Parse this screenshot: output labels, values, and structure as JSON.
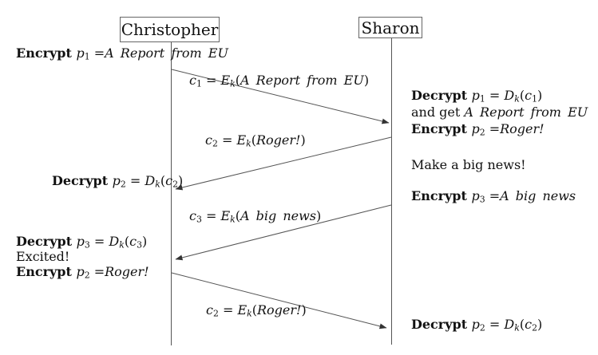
{
  "diagram": {
    "type": "sequence-diagram",
    "topic": "Symmetric-key encrypted message exchange",
    "colors": {
      "line": "#555555",
      "arrowhead": "#333333",
      "text": "#111111",
      "box_border": "#666666",
      "background": "#ffffff"
    },
    "actors": [
      {
        "name": "Christopher"
      },
      {
        "name": "Sharon"
      }
    ],
    "messages": [
      {
        "from": "Christopher",
        "to": "Sharon",
        "label_segments": [
          {
            "t": "c",
            "s": "i"
          },
          {
            "t": "1",
            "s": "s"
          },
          {
            "t": " = ",
            "s": ""
          },
          {
            "t": "E",
            "s": "i"
          },
          {
            "t": "k",
            "s": "is"
          },
          {
            "t": "(",
            "s": ""
          },
          {
            "t": "A Report from EU",
            "s": "i"
          },
          {
            "t": ")",
            "s": ""
          }
        ]
      },
      {
        "from": "Sharon",
        "to": "Christopher",
        "label_segments": [
          {
            "t": "c",
            "s": "i"
          },
          {
            "t": "2",
            "s": "s"
          },
          {
            "t": " = ",
            "s": ""
          },
          {
            "t": "E",
            "s": "i"
          },
          {
            "t": "k",
            "s": "is"
          },
          {
            "t": "(",
            "s": ""
          },
          {
            "t": "Roger!",
            "s": "i"
          },
          {
            "t": ")",
            "s": ""
          }
        ]
      },
      {
        "from": "Sharon",
        "to": "Christopher",
        "label_segments": [
          {
            "t": "c",
            "s": "i"
          },
          {
            "t": "3",
            "s": "s"
          },
          {
            "t": " = ",
            "s": ""
          },
          {
            "t": "E",
            "s": "i"
          },
          {
            "t": "k",
            "s": "is"
          },
          {
            "t": "(",
            "s": ""
          },
          {
            "t": "A big news",
            "s": "i"
          },
          {
            "t": ")",
            "s": ""
          }
        ]
      },
      {
        "from": "Christopher",
        "to": "Sharon",
        "label_segments": [
          {
            "t": "c",
            "s": "i"
          },
          {
            "t": "2",
            "s": "s"
          },
          {
            "t": " = ",
            "s": ""
          },
          {
            "t": "E",
            "s": "i"
          },
          {
            "t": "k",
            "s": "is"
          },
          {
            "t": "(",
            "s": ""
          },
          {
            "t": "Roger!",
            "s": "i"
          },
          {
            "t": ")",
            "s": ""
          }
        ]
      }
    ],
    "left_notes": [
      {
        "id": "encrypt-p1",
        "segments": [
          {
            "t": "Encrypt ",
            "s": "b"
          },
          {
            "t": "p",
            "s": "i"
          },
          {
            "t": "1",
            "s": "s"
          },
          {
            "t": " =",
            "s": ""
          },
          {
            "t": "A Report from EU",
            "s": "i"
          }
        ]
      },
      {
        "id": "decrypt-p2",
        "segments": [
          {
            "t": "Decrypt ",
            "s": "b"
          },
          {
            "t": "p",
            "s": "i"
          },
          {
            "t": "2",
            "s": "s"
          },
          {
            "t": " = ",
            "s": ""
          },
          {
            "t": "D",
            "s": "i"
          },
          {
            "t": "k",
            "s": "is"
          },
          {
            "t": "(",
            "s": ""
          },
          {
            "t": "c",
            "s": "i"
          },
          {
            "t": "2",
            "s": "s"
          },
          {
            "t": ")",
            "s": ""
          }
        ]
      },
      {
        "id": "decrypt-p3",
        "segments": [
          {
            "t": "Decrypt ",
            "s": "b"
          },
          {
            "t": "p",
            "s": "i"
          },
          {
            "t": "3",
            "s": "s"
          },
          {
            "t": " = ",
            "s": ""
          },
          {
            "t": "D",
            "s": "i"
          },
          {
            "t": "k",
            "s": "is"
          },
          {
            "t": "(",
            "s": ""
          },
          {
            "t": "c",
            "s": "i"
          },
          {
            "t": "3",
            "s": "s"
          },
          {
            "t": ")",
            "s": ""
          }
        ]
      },
      {
        "id": "excited",
        "segments": [
          {
            "t": "Excited!",
            "s": ""
          }
        ]
      },
      {
        "id": "encrypt-p2",
        "segments": [
          {
            "t": "Encrypt ",
            "s": "b"
          },
          {
            "t": "p",
            "s": "i"
          },
          {
            "t": "2",
            "s": "s"
          },
          {
            "t": " =",
            "s": ""
          },
          {
            "t": "Roger!",
            "s": "i"
          }
        ]
      }
    ],
    "right_notes": [
      {
        "id": "decrypt-p1",
        "segments": [
          {
            "t": "Decrypt ",
            "s": "b"
          },
          {
            "t": "p",
            "s": "i"
          },
          {
            "t": "1",
            "s": "s"
          },
          {
            "t": " = ",
            "s": ""
          },
          {
            "t": "D",
            "s": "i"
          },
          {
            "t": "k",
            "s": "is"
          },
          {
            "t": "(",
            "s": ""
          },
          {
            "t": "c",
            "s": "i"
          },
          {
            "t": "1",
            "s": "s"
          },
          {
            "t": ")",
            "s": ""
          }
        ]
      },
      {
        "id": "and-get",
        "segments": [
          {
            "t": "and get ",
            "s": ""
          },
          {
            "t": "A Report from EU",
            "s": "i"
          }
        ]
      },
      {
        "id": "encrypt-p2",
        "segments": [
          {
            "t": "Encrypt ",
            "s": "b"
          },
          {
            "t": "p",
            "s": "i"
          },
          {
            "t": "2",
            "s": "s"
          },
          {
            "t": " =",
            "s": ""
          },
          {
            "t": "Roger!",
            "s": "i"
          }
        ]
      },
      {
        "id": "make-news",
        "segments": [
          {
            "t": "Make a big news!",
            "s": ""
          }
        ]
      },
      {
        "id": "encrypt-p3",
        "segments": [
          {
            "t": "Encrypt ",
            "s": "b"
          },
          {
            "t": "p",
            "s": "i"
          },
          {
            "t": "3",
            "s": "s"
          },
          {
            "t": " =",
            "s": ""
          },
          {
            "t": "A big news",
            "s": "i"
          }
        ]
      },
      {
        "id": "decrypt-p2",
        "segments": [
          {
            "t": "Decrypt ",
            "s": "b"
          },
          {
            "t": "p",
            "s": "i"
          },
          {
            "t": "2",
            "s": "s"
          },
          {
            "t": " = ",
            "s": ""
          },
          {
            "t": "D",
            "s": "i"
          },
          {
            "t": "k",
            "s": "is"
          },
          {
            "t": "(",
            "s": ""
          },
          {
            "t": "c",
            "s": "i"
          },
          {
            "t": "2",
            "s": "s"
          },
          {
            "t": ")",
            "s": ""
          }
        ]
      }
    ]
  }
}
